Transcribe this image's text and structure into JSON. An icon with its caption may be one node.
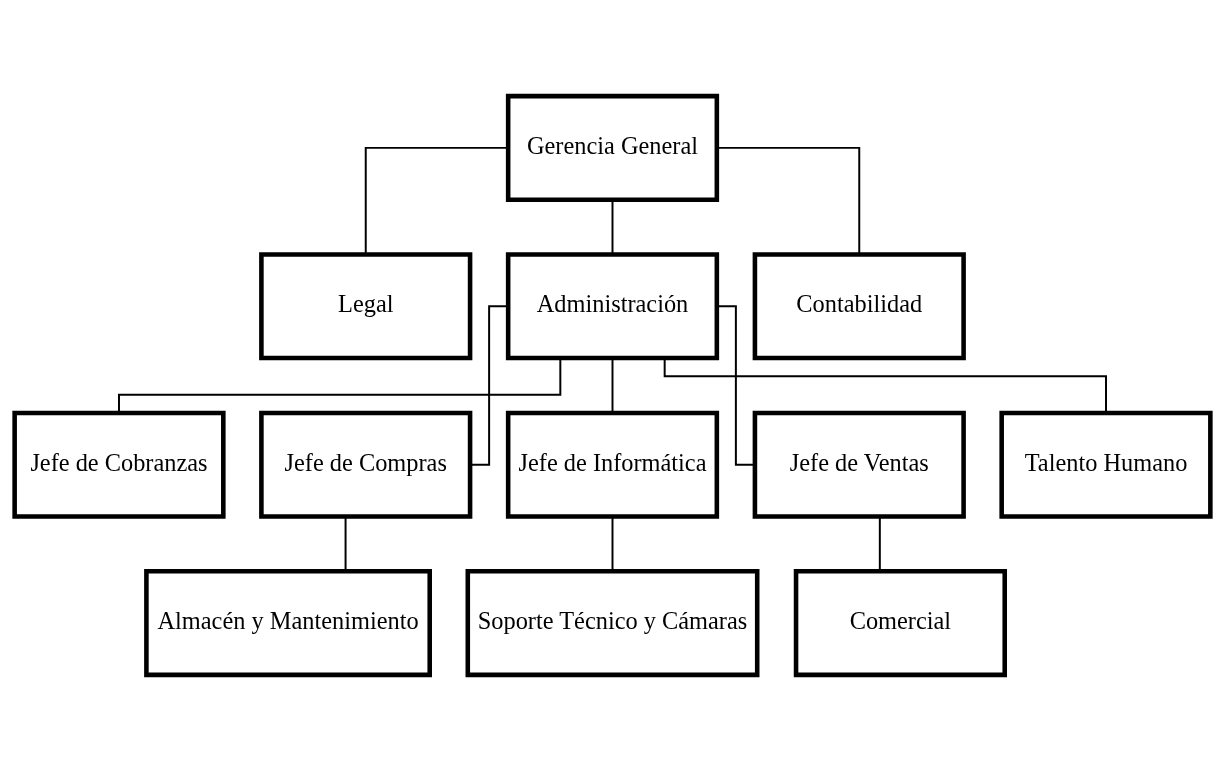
{
  "diagram": {
    "nodes": [
      {
        "text": [
          "Gerencia General"
        ]
      },
      {
        "text": [
          "Legal"
        ]
      },
      {
        "text": [
          "Administración"
        ]
      },
      {
        "text": [
          "Contabilidad"
        ]
      },
      {
        "text": [
          "Jefe de Cobranzas"
        ]
      },
      {
        "text": [
          "Jefe de Compras"
        ]
      },
      {
        "text": [
          "Jefe de Informática"
        ]
      },
      {
        "text": [
          "Jefe de Ventas"
        ]
      },
      {
        "text": [
          "Talento Humano"
        ]
      },
      {
        "text": [
          "Almacén y Mantenimiento"
        ]
      },
      {
        "text": [
          "Soporte Técnico y Cámaras"
        ]
      },
      {
        "text": [
          "Comercial"
        ]
      }
    ],
    "edges": [
      {
        "from": 0,
        "to": 1,
        "arrow": "none"
      },
      {
        "from": 0,
        "to": 2,
        "arrow": "none"
      },
      {
        "from": 0,
        "to": 3,
        "arrow": "none"
      },
      {
        "from": 2,
        "to": 4,
        "arrow": "none"
      },
      {
        "from": 2,
        "to": 5,
        "arrow": "none"
      },
      {
        "from": 2,
        "to": 6,
        "arrow": "none"
      },
      {
        "from": 2,
        "to": 7,
        "arrow": "none"
      },
      {
        "from": 2,
        "to": 8,
        "arrow": "none"
      },
      {
        "from": 5,
        "to": 9,
        "arrow": "none"
      },
      {
        "from": 6,
        "to": 10,
        "arrow": "none"
      },
      {
        "from": 7,
        "to": 11,
        "arrow": "none"
      }
    ]
  }
}
